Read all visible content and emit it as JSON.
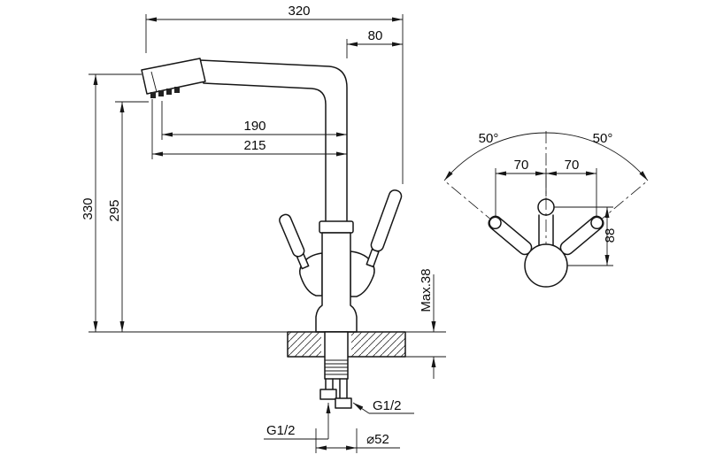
{
  "side_view": {
    "dim_width_total": "320",
    "dim_handle_offset": "80",
    "dim_spout_reach_inner": "190",
    "dim_spout_reach_outer": "215",
    "dim_height_total": "330",
    "dim_height_spout": "295",
    "dim_deck_max": "Max.38",
    "thread_left": "G1/2",
    "thread_right": "G1/2",
    "dim_base_diameter": "⌀52"
  },
  "top_view": {
    "angle_left": "50°",
    "angle_right": "50°",
    "dim_offset_left": "70",
    "dim_offset_right": "70",
    "dim_depth": "88"
  }
}
